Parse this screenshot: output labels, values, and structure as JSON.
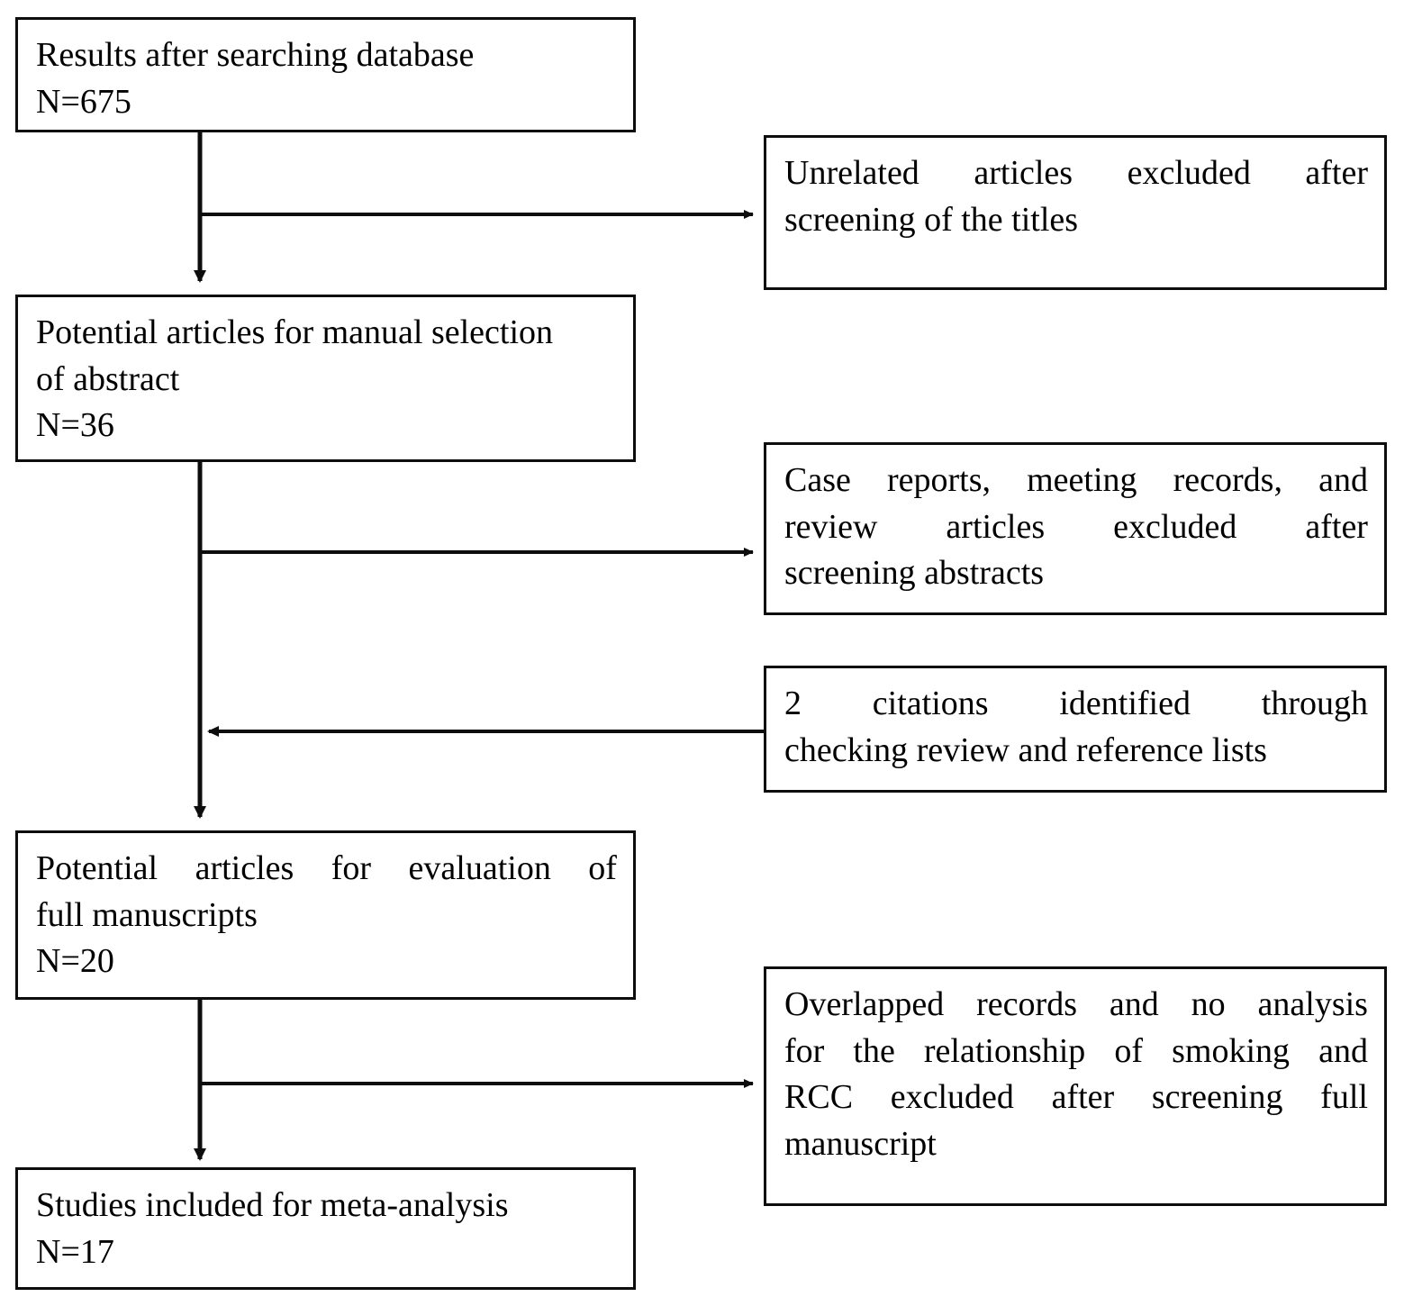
{
  "diagram": {
    "title": "PRISMA study selection flow diagram",
    "stroke_color": "#0d0d0d",
    "background": "#ffffff",
    "boxes": {
      "search_results": {
        "lines": [
          "Results after searching database",
          "N=675"
        ],
        "count_label": "N=675",
        "count": 675
      },
      "excluded_titles": {
        "lines": [
          "Unrelated  articles  excluded  after",
          "screening of the titles"
        ],
        "words_line1": [
          "Unrelated",
          "articles",
          "excluded",
          "after"
        ],
        "words_line2": [
          "screening of the titles"
        ]
      },
      "manual_selection": {
        "lines": [
          "Potential articles for manual selection",
          "of abstract",
          "N=36"
        ],
        "count_label": "N=36",
        "count": 36
      },
      "excluded_abstracts": {
        "words_line1": [
          "Case",
          "reports,",
          "meeting",
          "records,",
          "and"
        ],
        "words_line2": [
          "review",
          "articles",
          "excluded",
          "after"
        ],
        "words_line3": [
          "screening abstracts"
        ]
      },
      "added_citations": {
        "words_line1": [
          "2",
          "citations",
          "identified",
          "through"
        ],
        "words_line2": [
          "checking review and reference lists"
        ],
        "count": 2
      },
      "full_manuscripts": {
        "words_line1": [
          "Potential",
          "articles",
          "for",
          "evaluation",
          "of"
        ],
        "lines_rest": [
          "full manuscripts",
          "N=20"
        ],
        "count_label": "N=20",
        "count": 20
      },
      "excluded_fulltext": {
        "words_line1": [
          "Overlapped",
          "records",
          "and",
          "no",
          "analysis"
        ],
        "words_line2": [
          "for",
          "the",
          "relationship",
          "of",
          "smoking",
          "and"
        ],
        "words_line3": [
          "RCC",
          "excluded",
          "after",
          "screening",
          "full"
        ],
        "words_line4": [
          "manuscript"
        ]
      },
      "included_studies": {
        "lines": [
          "Studies included for meta-analysis",
          "N=17"
        ],
        "count_label": "N=17",
        "count": 17
      }
    },
    "connectors": [
      {
        "name": "search-to-manual",
        "direction": "down"
      },
      {
        "name": "branch-to-excluded-titles",
        "direction": "right"
      },
      {
        "name": "manual-to-fulltext",
        "direction": "down"
      },
      {
        "name": "branch-to-excluded-abstracts",
        "direction": "right"
      },
      {
        "name": "citations-into-stem",
        "direction": "left"
      },
      {
        "name": "fulltext-to-included",
        "direction": "down"
      },
      {
        "name": "branch-to-excluded-fulltext",
        "direction": "right"
      }
    ]
  }
}
